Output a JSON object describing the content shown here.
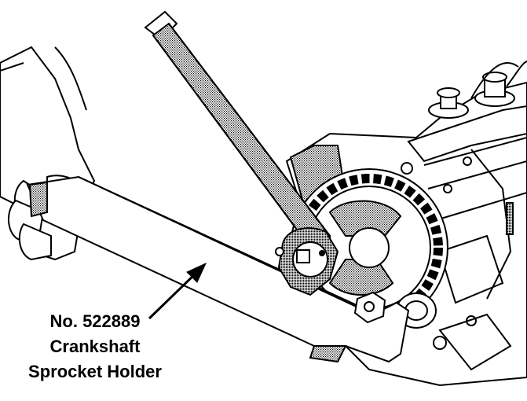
{
  "callout": {
    "lines": [
      "No. 522889",
      "Crankshaft",
      "Sprocket Holder"
    ]
  },
  "colors": {
    "ink": "#000000",
    "paper": "#ffffff",
    "shade": "#9a9a9a"
  }
}
